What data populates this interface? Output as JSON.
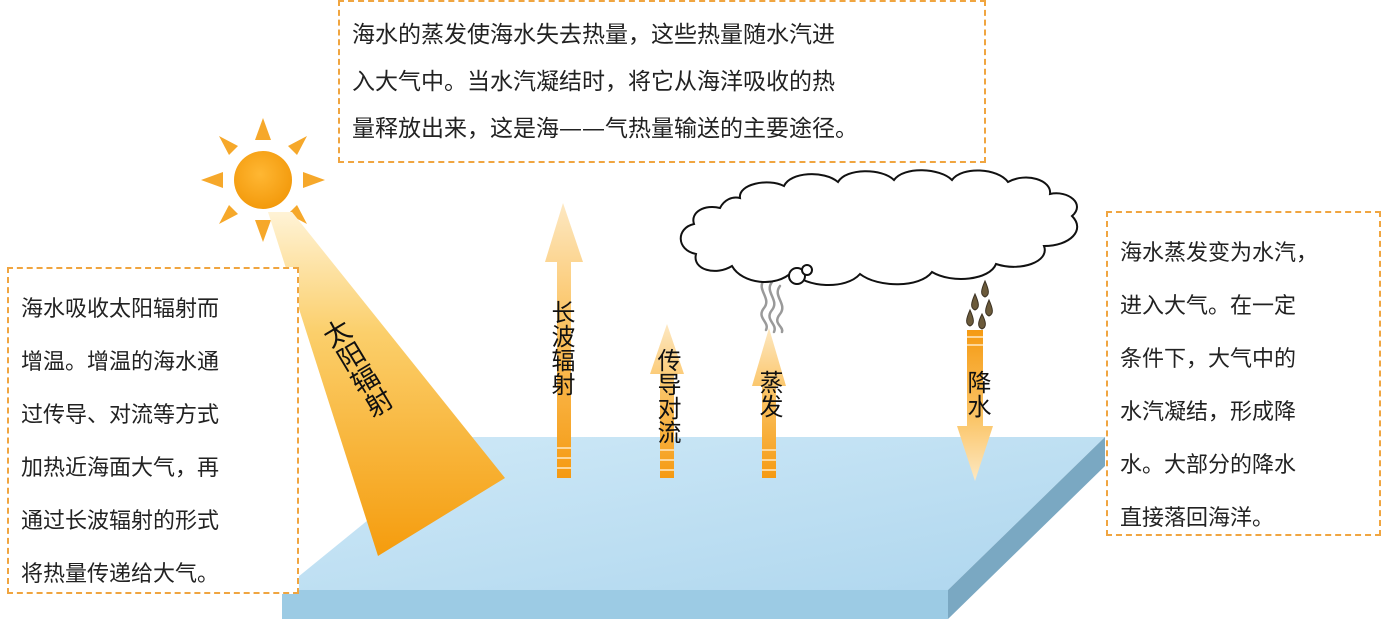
{
  "labels": {
    "solar_radiation": "太阳辐射",
    "longwave_radiation": "长波辐射",
    "conduction_convection": "传导对流",
    "evaporation": "蒸发",
    "precipitation": "降水"
  },
  "notes": {
    "top": {
      "lines": [
        "海水的蒸发使海水失去热量，这些热量随水汽进",
        "入大气中。当水汽凝结时，将它从海洋吸收的热",
        "量释放出来，这是海——气热量输送的主要途径。"
      ]
    },
    "left": {
      "lines": [
        "海水吸收太阳辐射而",
        "增温。增温的海水通",
        "过传导、对流等方式",
        "加热近海面大气，再",
        "通过长波辐射的形式",
        "将热量传递给大气。"
      ]
    },
    "right": {
      "lines": [
        "海水蒸发变为水汽，",
        "进入大气。在一定",
        "条件下，大气中的",
        "水汽凝结，形成降",
        "水。大部分的降水",
        "直接落回海洋。"
      ]
    }
  },
  "colors": {
    "ocean_top": "#bfe0f2",
    "ocean_front": "#96c3de",
    "ocean_side": "#6f9bb6",
    "sun": "#f5a623",
    "arrow": "#f7a21b",
    "border": "#f0a540"
  }
}
